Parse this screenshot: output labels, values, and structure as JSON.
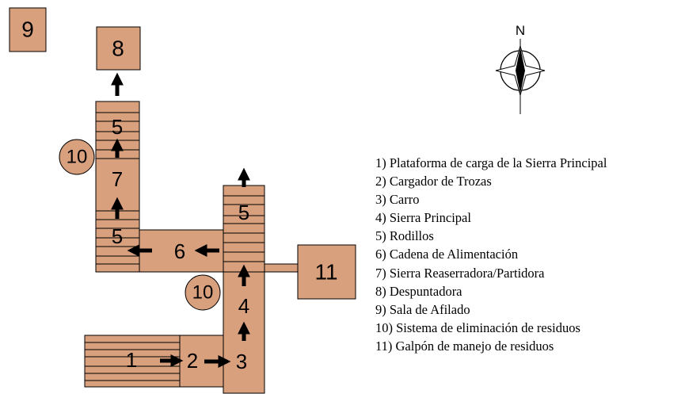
{
  "compass": {
    "label": "N"
  },
  "zones": {
    "z1": "1",
    "z2": "2",
    "z3": "3",
    "z4": "4",
    "z5_top_right": "5",
    "z5_top_left": "5",
    "z5_bottom_left": "5",
    "z6": "6",
    "z7": "7",
    "z8": "8",
    "z9": "9",
    "z10_upper": "10",
    "z10_lower": "10",
    "z11": "11"
  },
  "legend": [
    "1) Plataforma de carga de la Sierra Principal",
    "2) Cargador de Trozas",
    "3) Carro",
    "4) Sierra Principal",
    "5) Rodillos",
    "6) Cadena de Alimentación",
    "7) Sierra Reaserradora/Partidora",
    "8) Despuntadora",
    "9) Sala de Afilado",
    "10) Sistema de eliminación de residuos",
    "11) Galpón de manejo de residuos"
  ],
  "colors": {
    "block_fill": "#d9a07e",
    "outline": "#000000"
  }
}
